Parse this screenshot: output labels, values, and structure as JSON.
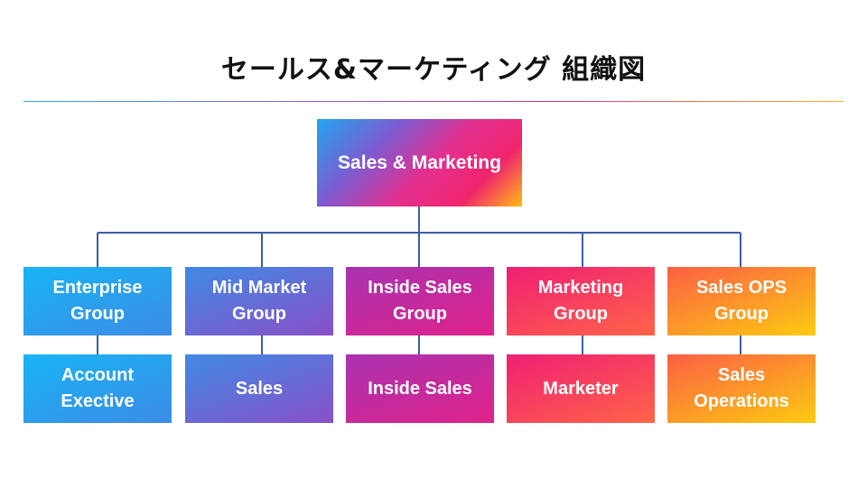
{
  "title": "セールス&マーケティング 組織図",
  "root": {
    "label": "Sales & Marketing"
  },
  "groups": [
    {
      "label": "Enterprise\nGroup",
      "role": "Account\nExective"
    },
    {
      "label": "Mid Market\nGroup",
      "role": "Sales"
    },
    {
      "label": "Inside Sales\nGroup",
      "role": "Inside Sales"
    },
    {
      "label": "Marketing\nGroup",
      "role": "Marketer"
    },
    {
      "label": "Sales OPS\nGroup",
      "role": "Sales\nOperations"
    }
  ],
  "colors": {
    "connector": "#3a5ea8",
    "title_rule_start": "#22b0f0",
    "title_rule_end": "#ffb020"
  }
}
